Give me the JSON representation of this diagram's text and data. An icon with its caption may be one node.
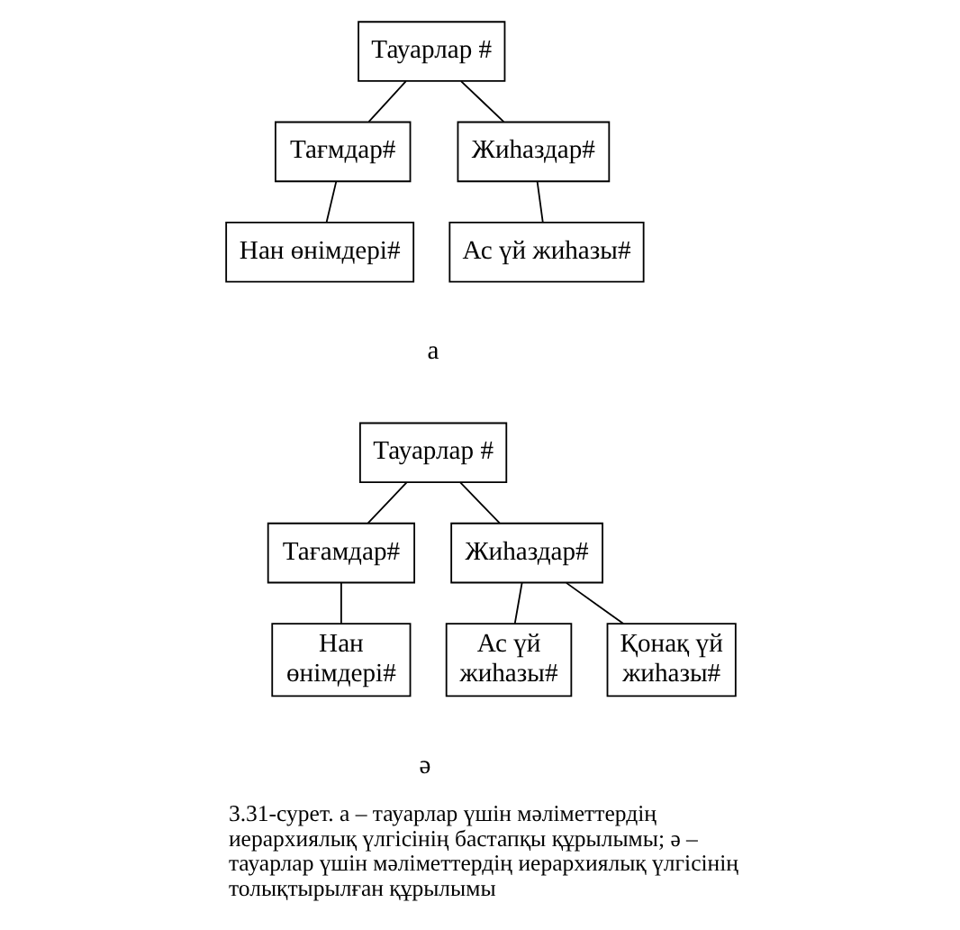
{
  "diagram": {
    "caption": "3.31-сурет. а – тауарлар үшін мәліметтердің иерархиялық үлгісінің бастапқы құрылымы; ә – тауарлар үшін мәліметтердің иерархиялық үлгісінің толықтырылған құрылымы",
    "nodes": [
      {
        "text": [
          "Тауарлар #"
        ]
      },
      {
        "text": [
          "Тағмдар#"
        ]
      },
      {
        "text": [
          "Жиһаздар#"
        ]
      },
      {
        "text": [
          "Нан өнімдері#"
        ]
      },
      {
        "text": [
          "Ас үй жиһазы#"
        ]
      },
      {
        "text": [
          "Тауарлар #"
        ]
      },
      {
        "text": [
          "Тағамдар#"
        ]
      },
      {
        "text": [
          "Жиһаздар#"
        ]
      },
      {
        "text": [
          "Нан өнімдері#"
        ]
      },
      {
        "text": [
          "Ас үй жиһазы#"
        ]
      },
      {
        "text": [
          "Қонақ үй жиһазы#"
        ]
      }
    ],
    "edges": [
      {
        "from": 0,
        "to": 1,
        "arrow": "none"
      },
      {
        "from": 0,
        "to": 2,
        "arrow": "none"
      },
      {
        "from": 1,
        "to": 3,
        "arrow": "none"
      },
      {
        "from": 2,
        "to": 4,
        "arrow": "none"
      },
      {
        "from": 5,
        "to": 6,
        "arrow": "none"
      },
      {
        "from": 5,
        "to": 7,
        "arrow": "none"
      },
      {
        "from": 6,
        "to": 8,
        "arrow": "none"
      },
      {
        "from": 7,
        "to": 9,
        "arrow": "none"
      },
      {
        "from": 7,
        "to": 10,
        "arrow": "none"
      }
    ],
    "labels": [
      "а",
      "ә"
    ]
  }
}
